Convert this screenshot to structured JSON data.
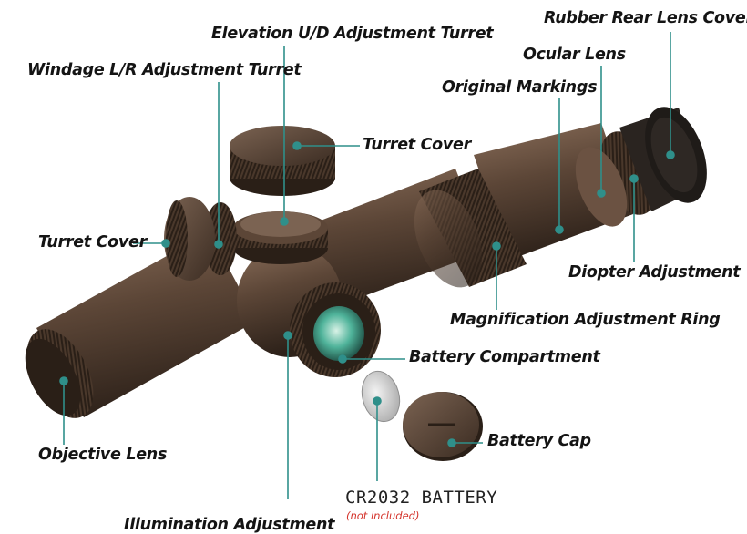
{
  "labels": {
    "rubber_rear_lens_cover": "Rubber Rear Lens Cover",
    "elevation_turret": "Elevation U/D Adjustment Turret",
    "ocular_lens": "Ocular Lens",
    "windage_turret": "Windage L/R Adjustment Turret",
    "original_markings": "Original Markings",
    "turret_cover_top": "Turret Cover",
    "turret_cover_left": "Turret Cover",
    "diopter_adjustment": "Diopter Adjustment",
    "magnification_ring": "Magnification Adjustment Ring",
    "battery_compartment": "Battery Compartment",
    "battery_cap": "Battery Cap",
    "objective_lens": "Objective Lens",
    "illumination_adjustment": "Illumination Adjustment"
  },
  "battery": {
    "title": "CR2032 BATTERY",
    "note": "(not included)"
  },
  "colors": {
    "leader": "#2f8f8a",
    "scope_body": "#5c4637",
    "scope_dark": "#3a2b21",
    "scope_light": "#8a6e5a",
    "lens_glass": "#4fb39a",
    "note_red": "#d4322a"
  }
}
